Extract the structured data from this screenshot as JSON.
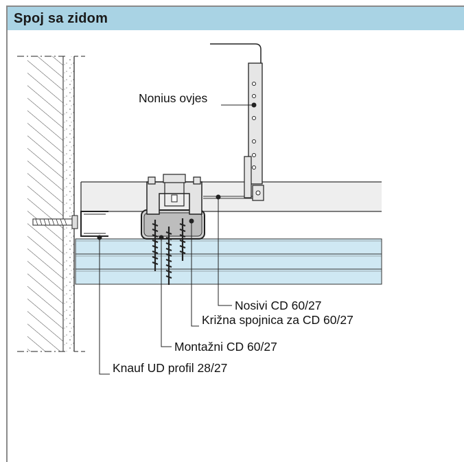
{
  "header": {
    "title": "Spoj sa zidom"
  },
  "colors": {
    "header_bg": "#a9d3e4",
    "board_fill": "#cfe8f3",
    "profile_fill": "#eeeeee",
    "line": "#1a1a1a"
  },
  "labels": {
    "nonius_hanger": "Nonius ovjes",
    "main_cd": "Nosivi CD 60/27",
    "cross_connector": "Križna spojnica za CD 60/27",
    "mounting_cd": "Montažni CD 60/27",
    "ud_profile": "Knauf UD profil 28/27"
  }
}
